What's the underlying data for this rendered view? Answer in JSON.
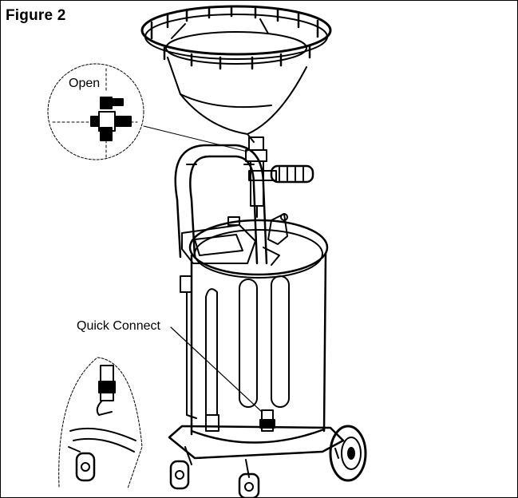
{
  "figure": {
    "title": "Figure 2"
  },
  "callouts": {
    "open": "Open",
    "quick_connect": "Quick Connect"
  },
  "colors": {
    "line": "#000000",
    "background": "#ffffff"
  }
}
